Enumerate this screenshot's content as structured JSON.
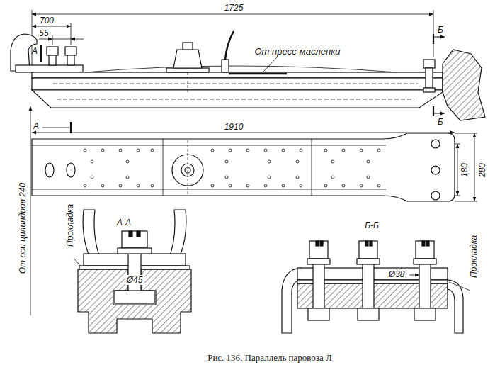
{
  "diagram": {
    "caption": "Рис. 136. Параллель паровоза Л",
    "labels": [
      "1725",
      "700",
      "55",
      "А",
      "От пресс-масленки",
      "Б",
      "Б",
      "А",
      "1910",
      "От оси цилиндров 240",
      "180",
      "280",
      "А-А",
      "Прокладка",
      "Ø45",
      "Б-Б",
      "Ø38",
      "Прокладка"
    ]
  }
}
